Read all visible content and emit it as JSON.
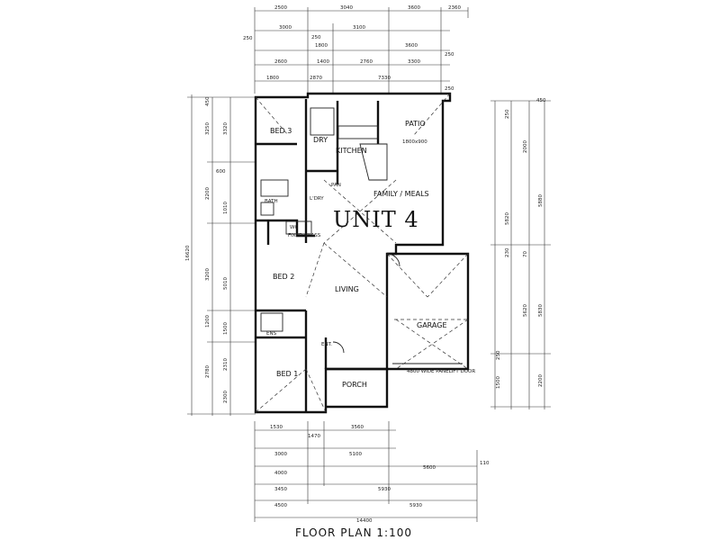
{
  "title": "FLOOR PLAN  1:100",
  "unit_label": "UNIT 4",
  "rooms": {
    "bed3": "BED 3",
    "dry": "DRY",
    "kitchen": "KITCHEN",
    "patio": "PATIO",
    "family_meals": "FAMILY / MEALS",
    "bath": "BATH",
    "pan": "PAN",
    "bed2": "BED 2",
    "living": "LIVING",
    "garage": "GARAGE",
    "ent": "ENT.",
    "bed1": "BED 1",
    "porch": "PORCH",
    "wc": "WC",
    "l_dry": "L'DRY",
    "ens": "ENS"
  },
  "notes": {
    "fixed_glass": "FIXED GLASS",
    "garage_door": "4800 WIDE PANELIFT DOOR",
    "kitchen_line": "1800x900"
  },
  "dims_top": {
    "r1": [
      "2500",
      "3040",
      "3600",
      "2360"
    ],
    "r2": [
      "3000",
      "3100",
      "250",
      "1800",
      "3600",
      "250"
    ],
    "r3": [
      "2600",
      "1400",
      "2760",
      "3300",
      "250"
    ],
    "r4": [
      "1800",
      "2870",
      "7330",
      "250"
    ]
  },
  "dims_left": {
    "overall": "16620",
    "a": [
      "450",
      "3250",
      "2200",
      "3200",
      "1200",
      "2780"
    ],
    "b": [
      "3320",
      "600",
      "1010",
      "5010",
      "1500",
      "2310",
      "2300"
    ]
  },
  "dims_right": {
    "a": [
      "450",
      "2000",
      "5880",
      "5830",
      "5820",
      "5620"
    ],
    "b": [
      "250",
      "230",
      "70",
      "250",
      "1500",
      "2200"
    ]
  },
  "dims_bottom": {
    "r1": [
      "1530",
      "3560",
      "1470"
    ],
    "r2": [
      "3000",
      "5100"
    ],
    "r3": [
      "4000",
      "5600",
      "110"
    ],
    "r4": [
      "3450",
      "5930"
    ],
    "r5": [
      "4500",
      "5930"
    ],
    "overall": "14400"
  }
}
